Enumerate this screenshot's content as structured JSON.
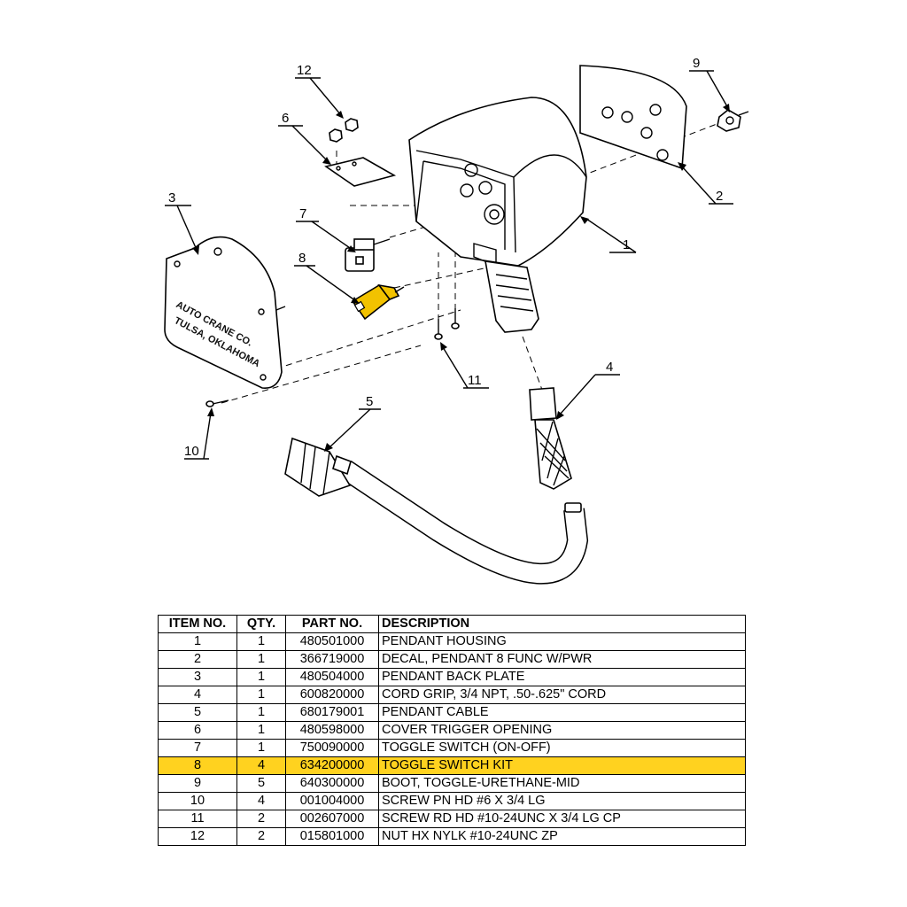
{
  "diagram": {
    "callouts": [
      "1",
      "2",
      "3",
      "4",
      "5",
      "6",
      "7",
      "8",
      "9",
      "10",
      "11",
      "12"
    ],
    "plate_text": [
      "AUTO CRANE CO.",
      "TULSA, OKLAHOMA"
    ],
    "colors": {
      "highlight": "#ffd21f",
      "toggle_kit": "#f2c200"
    }
  },
  "table": {
    "headers": [
      "ITEM NO.",
      "QTY.",
      "PART NO.",
      "DESCRIPTION"
    ],
    "highlight_item": "8",
    "rows": [
      [
        "1",
        "1",
        "480501000",
        "PENDANT HOUSING"
      ],
      [
        "2",
        "1",
        "366719000",
        "DECAL, PENDANT 8 FUNC W/PWR"
      ],
      [
        "3",
        "1",
        "480504000",
        "PENDANT BACK PLATE"
      ],
      [
        "4",
        "1",
        "600820000",
        "CORD GRIP, 3/4 NPT, .50-.625\" CORD"
      ],
      [
        "5",
        "1",
        "680179001",
        "PENDANT CABLE"
      ],
      [
        "6",
        "1",
        "480598000",
        "COVER TRIGGER OPENING"
      ],
      [
        "7",
        "1",
        "750090000",
        "TOGGLE SWITCH (ON-OFF)"
      ],
      [
        "8",
        "4",
        "634200000",
        "TOGGLE SWITCH KIT"
      ],
      [
        "9",
        "5",
        "640300000",
        "BOOT, TOGGLE-URETHANE-MID"
      ],
      [
        "10",
        "4",
        "001004000",
        "SCREW PN HD #6 X 3/4 LG"
      ],
      [
        "11",
        "2",
        "002607000",
        "SCREW RD HD #10-24UNC X 3/4 LG CP"
      ],
      [
        "12",
        "2",
        "015801000",
        "NUT HX NYLK #10-24UNC ZP"
      ]
    ]
  }
}
